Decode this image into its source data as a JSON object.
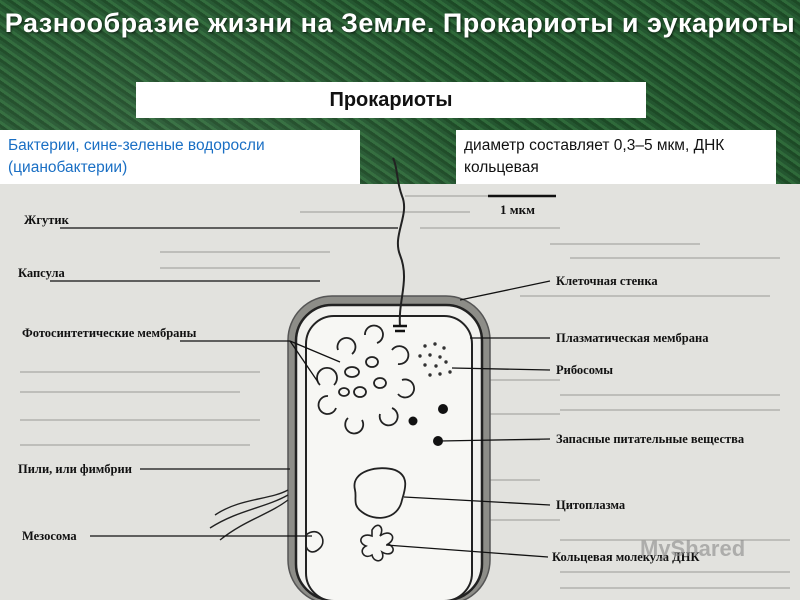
{
  "title": "Разнообразие жизни на Земле. Прокариоты и эукариоты",
  "subtitle": "Прокариоты",
  "bacteria_text": "Бактерии, сине-зеленые водоросли (цианобактерии)",
  "diameter_text": "диаметр составляет 0,3–5 мкм, ДНК кольцевая",
  "scale_label": "1 мкм",
  "labels": {
    "flagellum": "Жгутик",
    "capsule": "Капсула",
    "photosynthetic_membranes": "Фотосинтетические мембраны",
    "pili": "Пили, или фимбрии",
    "mesosome": "Мезосома",
    "cell_wall": "Клеточная стенка",
    "plasma_membrane": "Плазматическая мембрана",
    "ribosomes": "Рибосомы",
    "storage_nutrients": "Запасные питательные вещества",
    "cytoplasm": "Цитоплазма",
    "circular_dna": "Кольцевая молекула ДНК"
  },
  "watermark": "MyShared",
  "colors": {
    "background_green": "#2c5e35",
    "bacteria_text": "#1a6fc4",
    "page": "#e2e2de"
  }
}
